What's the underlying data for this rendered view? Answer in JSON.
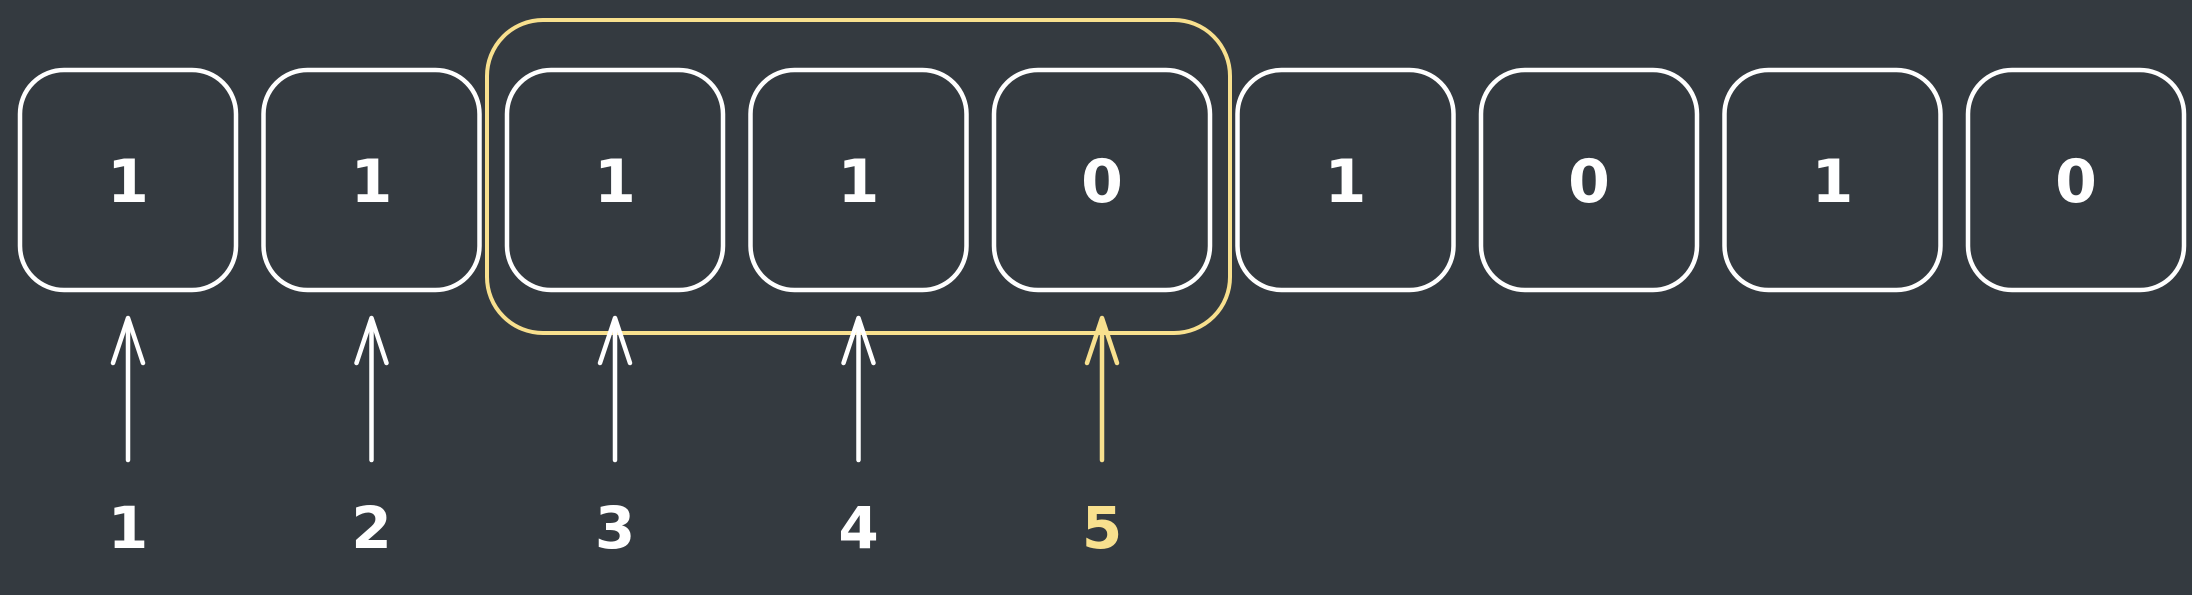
{
  "colors": {
    "background": "#343a40",
    "ink": "#ffffff",
    "highlight": "#f8e08e"
  },
  "bits": [
    "1",
    "1",
    "1",
    "1",
    "0",
    "1",
    "0",
    "1",
    "0"
  ],
  "window": {
    "start_index": 2,
    "end_index": 4
  },
  "pointers": [
    {
      "label": "1",
      "cell_index": 0,
      "highlighted": false
    },
    {
      "label": "2",
      "cell_index": 1,
      "highlighted": false
    },
    {
      "label": "3",
      "cell_index": 2,
      "highlighted": false
    },
    {
      "label": "4",
      "cell_index": 3,
      "highlighted": false
    },
    {
      "label": "5",
      "cell_index": 4,
      "highlighted": true
    }
  ]
}
